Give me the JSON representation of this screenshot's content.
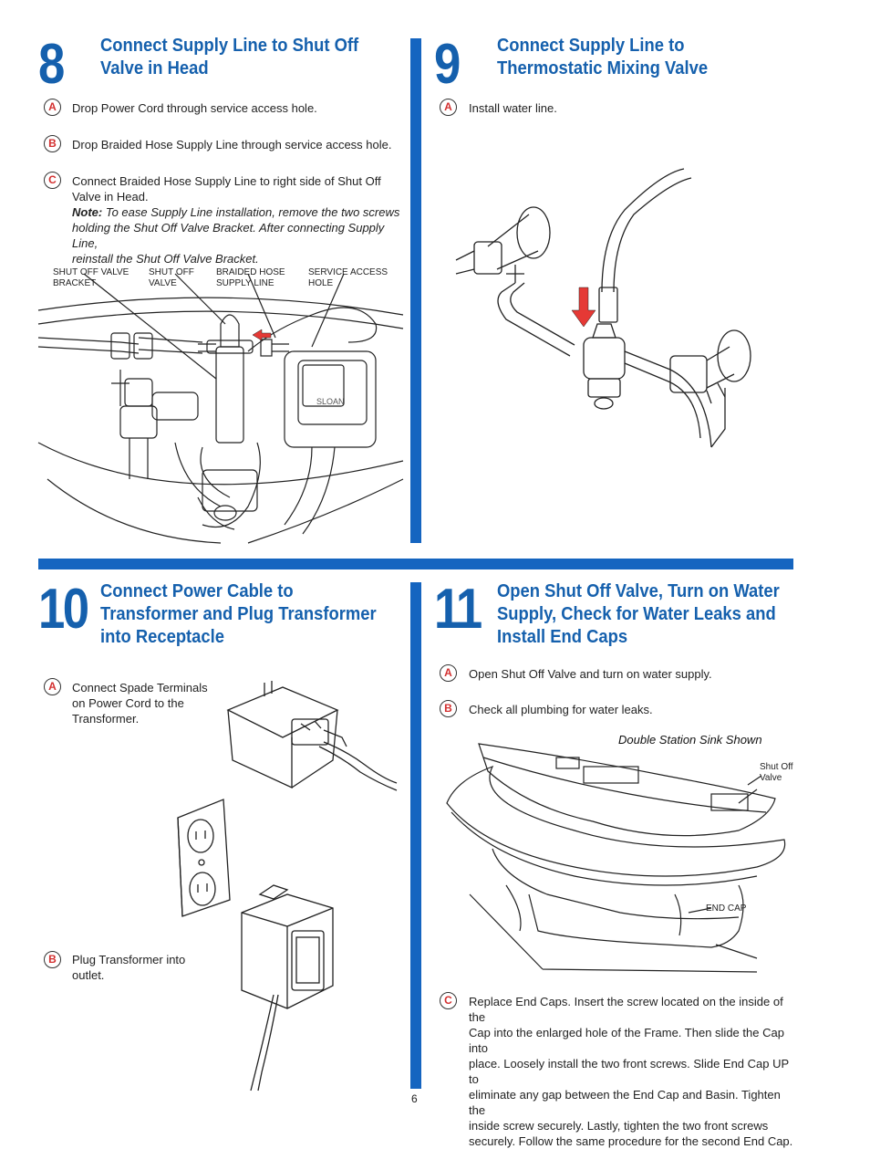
{
  "steps": [
    {
      "number": "8",
      "title_line1": "Connect Supply Line to Shut Off",
      "title_line2": "Valve in Head",
      "items": [
        {
          "letter": "A",
          "text": "Drop Power Cord through service access hole."
        },
        {
          "letter": "B",
          "text": "Drop Braided Hose Supply Line through service access hole."
        },
        {
          "letter": "C",
          "text_line1": "Connect Braided Hose Supply Line to right side of Shut Off",
          "text_line2": "Valve in Head.",
          "note_label": "Note:",
          "note_line1": " To ease Supply Line installation, remove the two screws",
          "note_line2": "holding the Shut Off Valve Bracket. After connecting Supply Line,",
          "note_line3": "reinstall the Shut Off Valve Bracket."
        }
      ],
      "labels": {
        "bracket_line1": "SHUT OFF VALVE",
        "bracket_line2": "BRACKET",
        "valve_line1": "SHUT OFF",
        "valve_line2": "VALVE",
        "hose_line1": "BRAIDED HOSE",
        "hose_line2": "SUPPLY LINE",
        "hole_line1": "SERVICE ACCESS",
        "hole_line2": "HOLE",
        "logo": "SLOAN"
      }
    },
    {
      "number": "9",
      "title_line1": "Connect Supply Line to",
      "title_line2": "Thermostatic Mixing Valve",
      "items": [
        {
          "letter": "A",
          "text": "Install water line."
        }
      ]
    },
    {
      "number": "10",
      "title_line1": "Connect Power Cable to",
      "title_line2": "Transformer and Plug Transformer",
      "title_line3": "into Receptacle",
      "items": [
        {
          "letter": "A",
          "text_line1": "Connect Spade Terminals",
          "text_line2": "on Power Cord to the",
          "text_line3": "Transformer."
        },
        {
          "letter": "B",
          "text_line1": "Plug Transformer into",
          "text_line2": "outlet."
        }
      ]
    },
    {
      "number": "11",
      "title_line1": "Open Shut Off Valve, Turn on Water",
      "title_line2": "Supply, Check for Water Leaks and",
      "title_line3": "Install End Caps",
      "items": [
        {
          "letter": "A",
          "text": "Open Shut Off Valve and turn on water supply."
        },
        {
          "letter": "B",
          "text": "Check all plumbing for water leaks."
        },
        {
          "letter": "C",
          "lines": [
            "Replace End Caps. Insert the screw located on the inside of the",
            "Cap into the enlarged hole of the Frame. Then slide the Cap into",
            "place. Loosely install the two front screws. Slide End Cap UP to",
            "eliminate any gap between the End Cap and Basin. Tighten the",
            "inside screw securely. Lastly, tighten the two front screws",
            "securely. Follow the same procedure for the second End Cap."
          ]
        }
      ],
      "caption": "Double Station Sink Shown",
      "labels": {
        "shutoff_line1": "Shut Off",
        "shutoff_line2": "Valve",
        "endcap": "END CAP"
      }
    }
  ],
  "page_number": "6",
  "colors": {
    "accent_blue": "#1565c0",
    "title_blue": "#1560ad",
    "badge_red": "#d32f2f",
    "arrow_red": "#e53935"
  }
}
